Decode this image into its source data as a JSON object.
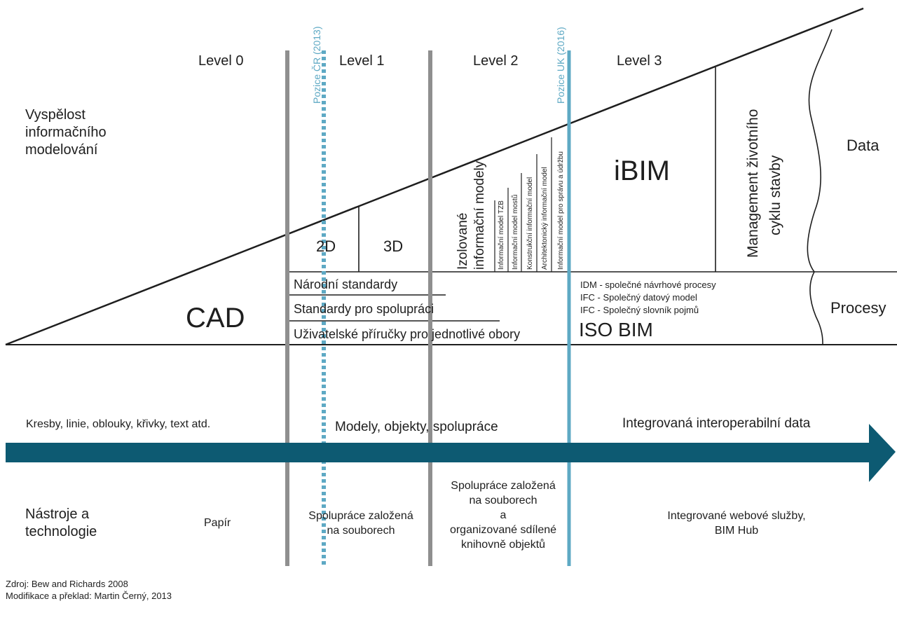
{
  "levels": [
    "Level 0",
    "Level 1",
    "Level 2",
    "Level 3"
  ],
  "positions": {
    "cr": "Pozice ČR (2013)",
    "uk": "Pozice UK (2016)"
  },
  "maturity_label": [
    "Vyspělost",
    "informačního",
    "modelování"
  ],
  "cad": "CAD",
  "dims": [
    "2D",
    "3D"
  ],
  "isolated_models": [
    "Izolované",
    "informační modely"
  ],
  "info_models": [
    "Informační model TZB",
    "Informační model mostů",
    "Konstrukční informační model",
    "Architektonický informační model",
    "Informační model pro správu a údržbu"
  ],
  "ibim": "iBIM",
  "lifecycle": [
    "Management životního",
    "cyklu stavby"
  ],
  "data_label": "Data",
  "standards": [
    "Národní standardy",
    "Standardy pro spolupráci",
    "Uživatelské příručky pro jednotlivé obory"
  ],
  "iso_items": [
    "IDM - společné návrhové procesy",
    "IFC - Společný datový model",
    "IFC - Společný slovník pojmů"
  ],
  "iso_bim": "ISO BIM",
  "processes": "Procesy",
  "arrow_labels": [
    "Kresby, linie, oblouky, křivky, text atd.",
    "Modely, objekty, spolupráce",
    "Integrovaná interoperabilní data"
  ],
  "tools_label": [
    "Nástroje a",
    "technologie"
  ],
  "paper": "Papír",
  "collab_l1": [
    "Spolupráce založená",
    "na souborech"
  ],
  "collab_l2": [
    "Spolupráce založená",
    "na souborech",
    "a",
    "organizované sdílené",
    "knihovně objektů"
  ],
  "web_services": [
    "Integrované webové služby,",
    "BIM Hub"
  ],
  "source": [
    "Zdroj: Bew and Richards 2008",
    "Modifikace a překlad: Martin Černý, 2013"
  ],
  "colors": {
    "arrow": "#0d5a72",
    "position_line": "#5ea9c4",
    "level_line": "#8f8f8f",
    "ink": "#1e1e1e"
  }
}
